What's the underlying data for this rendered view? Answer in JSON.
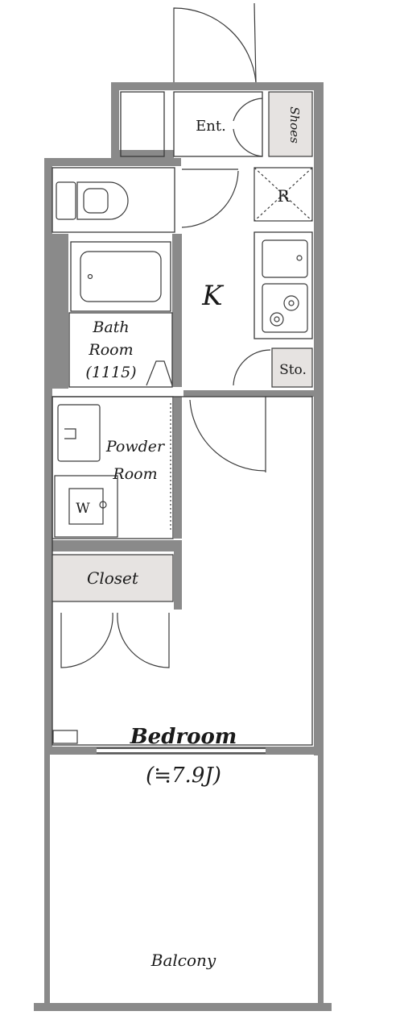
{
  "rooms": {
    "entrance": "Ent.",
    "shoes": "Shoes",
    "refrigerator": "R",
    "kitchen": "K",
    "storage": "Sto.",
    "bath_line1": "Bath",
    "bath_line2": "Room",
    "bath_line3": "(1115)",
    "powder_line1": "Powder",
    "powder_line2": "Room",
    "washer": "W",
    "closet": "Closet",
    "bedroom": "Bedroom",
    "bedroom_size": "(≒7.9J)",
    "balcony": "Balcony"
  },
  "colors": {
    "wall": "#8a8a8a",
    "line": "#3a3a3a",
    "shade": "#e6e3e1"
  }
}
